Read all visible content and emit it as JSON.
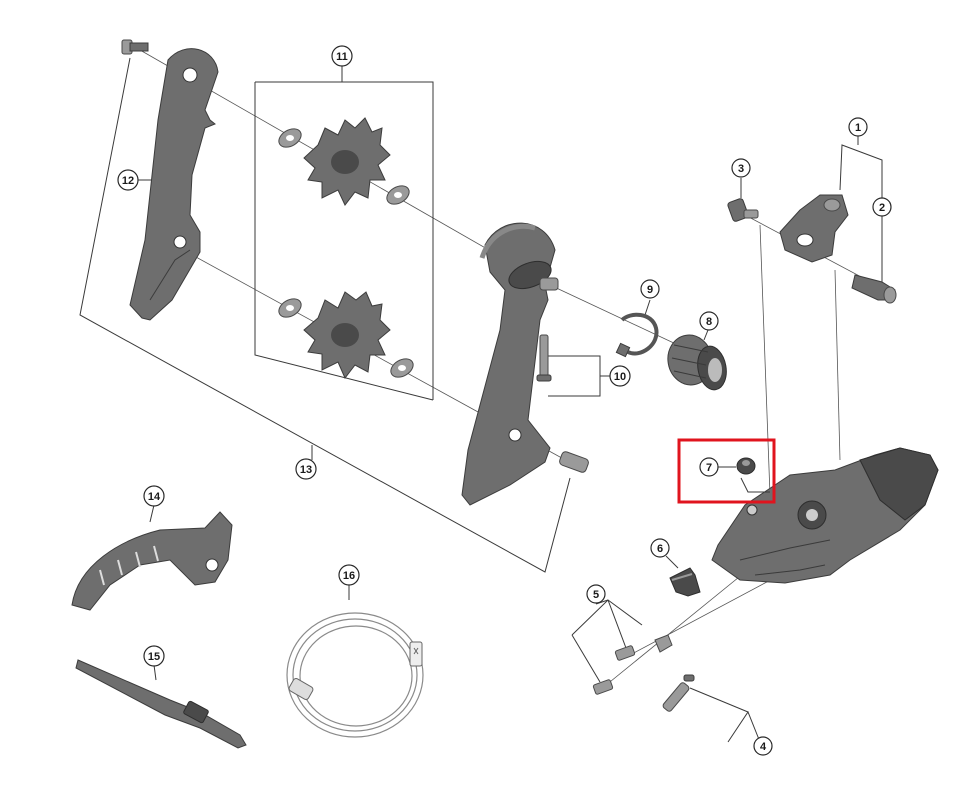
{
  "diagram": {
    "callouts": [
      "1",
      "2",
      "3",
      "4",
      "5",
      "6",
      "7",
      "8",
      "9",
      "10",
      "11",
      "12",
      "13",
      "14",
      "15",
      "16"
    ],
    "highlight_color": "#e0141e"
  }
}
